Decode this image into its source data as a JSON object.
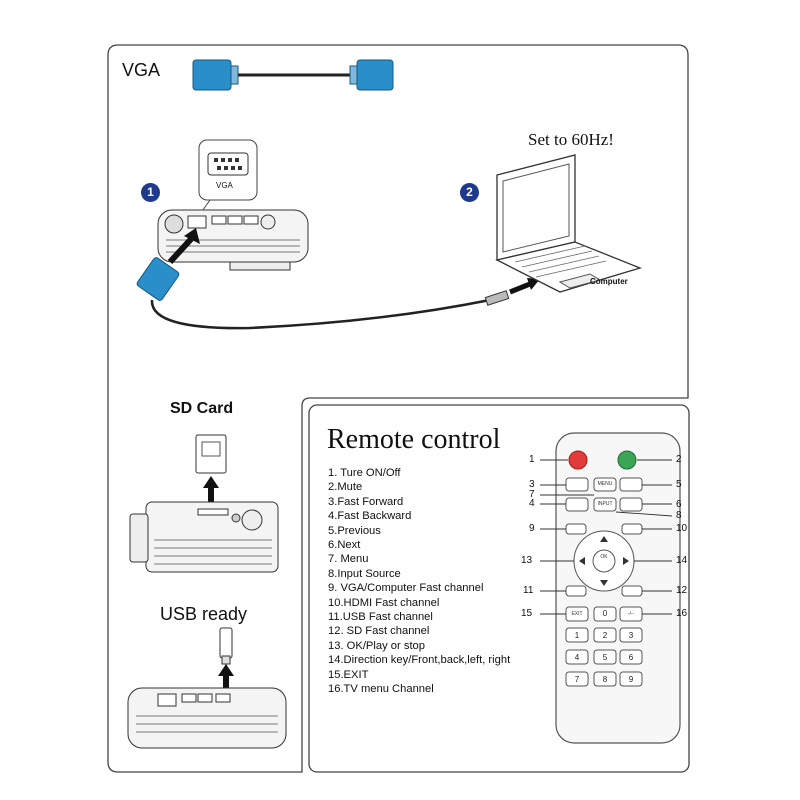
{
  "vga_section": {
    "title": "VGA",
    "step1": "1",
    "step2": "2",
    "vga_port_label": "VGA",
    "set_to_hz": "Set to 60Hz!",
    "computer_label": "Computer"
  },
  "sd_section": {
    "title": "SD Card"
  },
  "usb_section": {
    "title": "USB ready"
  },
  "remote_section": {
    "title": "Remote control",
    "functions": [
      "1. Ture ON/Off",
      "2.Mute",
      "3.Fast Forward",
      "4.Fast Backward",
      "5.Previous",
      "6.Next",
      "7. Menu",
      "8.Input Source",
      "9. VGA/Computer Fast channel",
      "10.HDMI Fast channel",
      "11.USB Fast channel",
      "12. SD Fast channel",
      "13. OK/Play or stop",
      "14.Direction key/Front,back,left, right",
      "15.EXIT",
      "16.TV menu Channel"
    ],
    "callouts": {
      "c1": "1",
      "c2": "2",
      "c3": "3",
      "c4": "4",
      "c5": "5",
      "c6": "6",
      "c7": "7",
      "c8": "8",
      "c9": "9",
      "c10": "10",
      "c11": "11",
      "c12": "12",
      "c13": "13",
      "c14": "14",
      "c15": "15",
      "c16": "16"
    },
    "buttons": {
      "menu": "MENU",
      "input": "INPUT",
      "ok": "OK",
      "exit": "EXIT",
      "zero": "0",
      "dash": "-/--",
      "digits": [
        "1",
        "2",
        "3",
        "4",
        "5",
        "6",
        "7",
        "8",
        "9"
      ]
    }
  },
  "colors": {
    "vga_blue": "#2a8fc8",
    "badge_blue": "#1f3a8a",
    "power_red": "#e23b3b",
    "mute_green": "#3aa655"
  }
}
